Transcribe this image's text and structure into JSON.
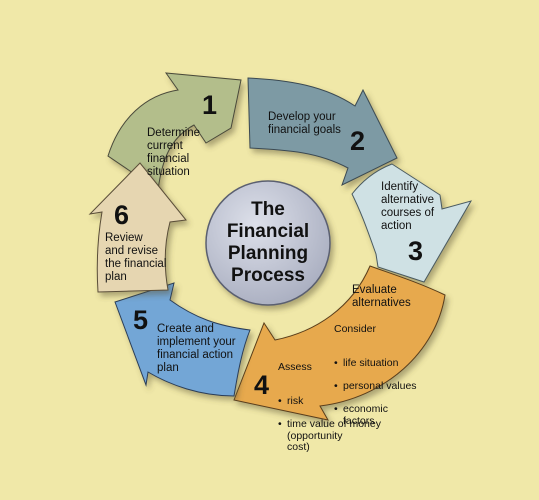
{
  "colors": {
    "background": "#f0e8a8",
    "step1": "#b3be8b",
    "step2": "#7d9aa4",
    "step3": "#cfe1e4",
    "step4": "#e7a94d",
    "step5": "#73a6d6",
    "step6": "#e6d6b1",
    "center": "#b7bccb"
  },
  "center": {
    "title": "The\nFinancial\nPlanning\nProcess"
  },
  "steps": [
    {
      "number": "1",
      "text": "Determine\ncurrent\nfinancial\nsituation"
    },
    {
      "number": "2",
      "text": "Develop your\nfinancial goals"
    },
    {
      "number": "3",
      "text": "Identify\nalternative\ncourses of\naction"
    },
    {
      "number": "4",
      "heading": "Evaluate\nalternatives",
      "consider_label": "Consider",
      "consider_items": [
        "life situation",
        "personal values",
        "economic\nfactors"
      ],
      "assess_label": "Assess",
      "assess_items": [
        "risk",
        "time value of money\n(opportunity\ncost)"
      ]
    },
    {
      "number": "5",
      "text": "Create and\nimplement your\nfinancial action\nplan"
    },
    {
      "number": "6",
      "text": "Review\nand revise\nthe financial\nplan"
    }
  ]
}
